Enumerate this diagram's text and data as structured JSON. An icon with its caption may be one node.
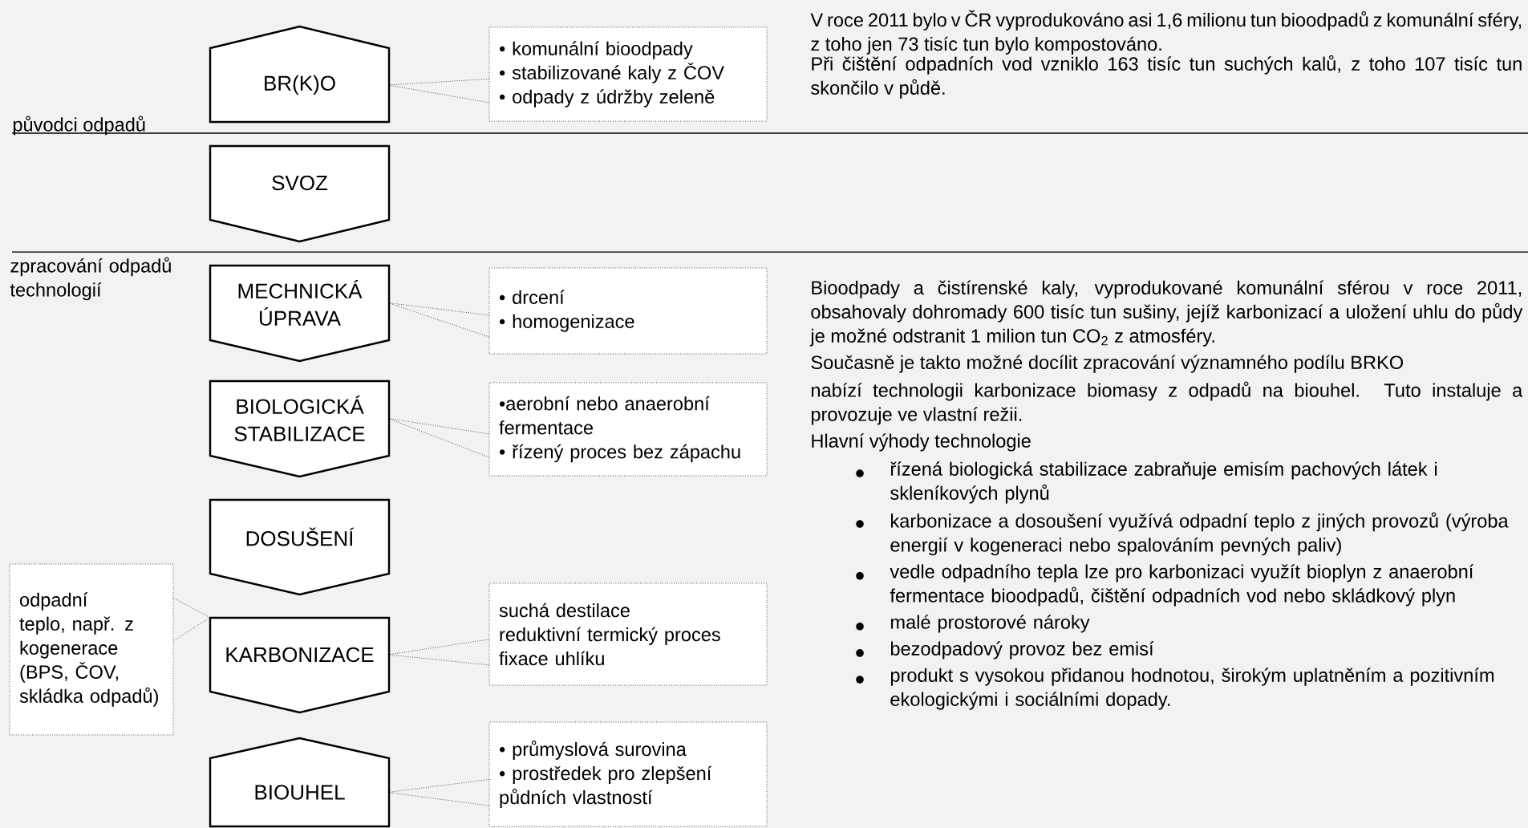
{
  "diagram": {
    "nodes": [
      {
        "text": [
          "BR(K)O"
        ]
      },
      {
        "text": [
          "• komunální bioodpady",
          "• stabilizované kaly z ČOV",
          "• odpady z údržby zeleně"
        ]
      },
      {
        "text": [
          "SVOZ"
        ]
      },
      {
        "text": [
          "MECHNICKÁ ÚPRAVA"
        ]
      },
      {
        "text": [
          "• drcení",
          "• homogenizace"
        ]
      },
      {
        "text": [
          "BIOLOGICKÁ STABILIZACE"
        ]
      },
      {
        "text": [
          "•aerobní nebo anaerobní fermentace",
          "• řízený proces bez zápachu"
        ]
      },
      {
        "text": [
          "DOSUŠENÍ"
        ]
      },
      {
        "text": [
          "odpadní teplo, např. z kogenerace (BPS, ČOV, skládka odpadů)"
        ]
      },
      {
        "text": [
          "KARBONIZACE"
        ]
      },
      {
        "text": [
          "suchá destilace",
          "reduktivní termický proces",
          "fixace uhlíku"
        ]
      },
      {
        "text": [
          "BIOUHEL"
        ]
      },
      {
        "text": [
          "• průmyslová surovina",
          "• prostředek pro zlepšení půdních vlastností"
        ]
      }
    ],
    "edges": [
      {
        "from": 1,
        "to": 0,
        "arrow": "none"
      },
      {
        "from": 4,
        "to": 3,
        "arrow": "none"
      },
      {
        "from": 6,
        "to": 5,
        "arrow": "none"
      },
      {
        "from": 8,
        "to": 9,
        "arrow": "none"
      },
      {
        "from": 10,
        "to": 9,
        "arrow": "none"
      },
      {
        "from": 12,
        "to": 11,
        "arrow": "none"
      }
    ],
    "labels": [
      "původci odpadů",
      "zpracování odpadů technologií",
      "V roce 2011 bylo v ČR vyprodukováno asi 1,6 milionu tun bioodpadů z komunální sféry, z toho jen 73 tisíc tun bylo kompostováno.",
      "Při čištění odpadních vod vzniklo 163 tisíc tun suchých kalů, z toho 107 tisíc tun skončilo v půdě.",
      "Bioodpady a čistírenské kaly, vyprodukované komunální sférou v roce 2011, obsahovaly dohromady 600 tisíc tun sušiny, jejíž karbonizací a uložení uhlu do půdy je možné odstranit 1 milion tun CO$_{2}$ z atmosféry.",
      "Současně je takto možné docílit zpracování významného podílu BRKO",
      "nabízí technologii karbonizace biomasy z odpadů na biouhel. Tuto instaluje a provozuje ve vlastní režii.",
      "Hlavní výhody technologie",
      "řízená biologická stabilizace zabraňuje emisím pachových látek i skleníkových plynů",
      "karbonizace a dosoušení využívá odpadní teplo z jiných provozů (výroba energií v kogeneraci nebo spalováním pevných paliv)",
      "vedle odpadního tepla lze pro karbonizaci využít bioplyn z anaerobní fermentace bioodpadů, čištění odpadních vod nebo skládkový plyn",
      "malé prostorové nároky",
      "bezodpadový provoz bez emisí",
      "produkt s vysokou přidanou hodnotou, širokým uplatněním a pozitivním ekologickými i sociálními dopady."
    ]
  }
}
